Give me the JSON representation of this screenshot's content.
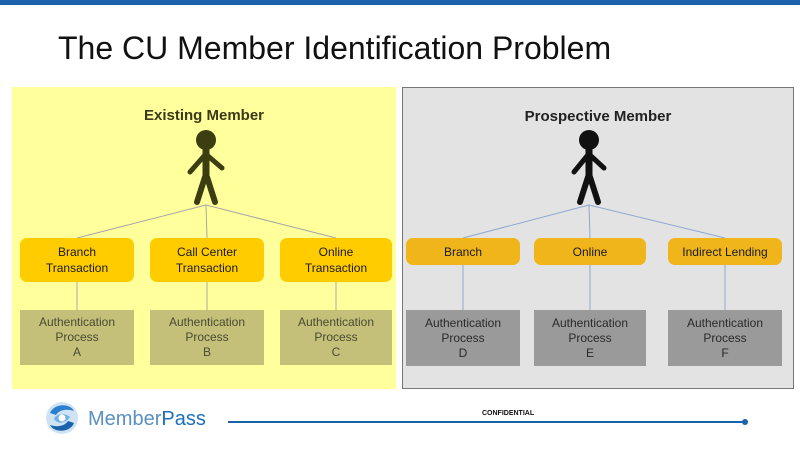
{
  "slide": {
    "title": "The CU Member Identification Problem"
  },
  "existing": {
    "heading": "Existing Member",
    "channels": [
      "Branch\nTransaction",
      "Call Center\nTransaction",
      "Online\nTransaction"
    ],
    "auth": [
      "Authentication\nProcess\nA",
      "Authentication\nProcess\nB",
      "Authentication\nProcess\nC"
    ]
  },
  "prospective": {
    "heading": "Prospective Member",
    "channels": [
      "Branch",
      "Online",
      "Indirect Lending"
    ],
    "auth": [
      "Authentication\nProcess\nD",
      "Authentication\nProcess\nE",
      "Authentication\nProcess\nF"
    ]
  },
  "footer": {
    "brand_part1": "Member",
    "brand_part2": "Pass",
    "confidential": "CONFIDENTIAL"
  },
  "colors": {
    "accent": "#1b62ad",
    "existing_panel": "#ffff9c",
    "prospective_panel": "#e3e3e3",
    "existing_channel": "#ffcc00",
    "prospective_channel": "#f0b51a",
    "existing_auth": "#c4c07a",
    "prospective_auth": "#9a9a9a"
  }
}
